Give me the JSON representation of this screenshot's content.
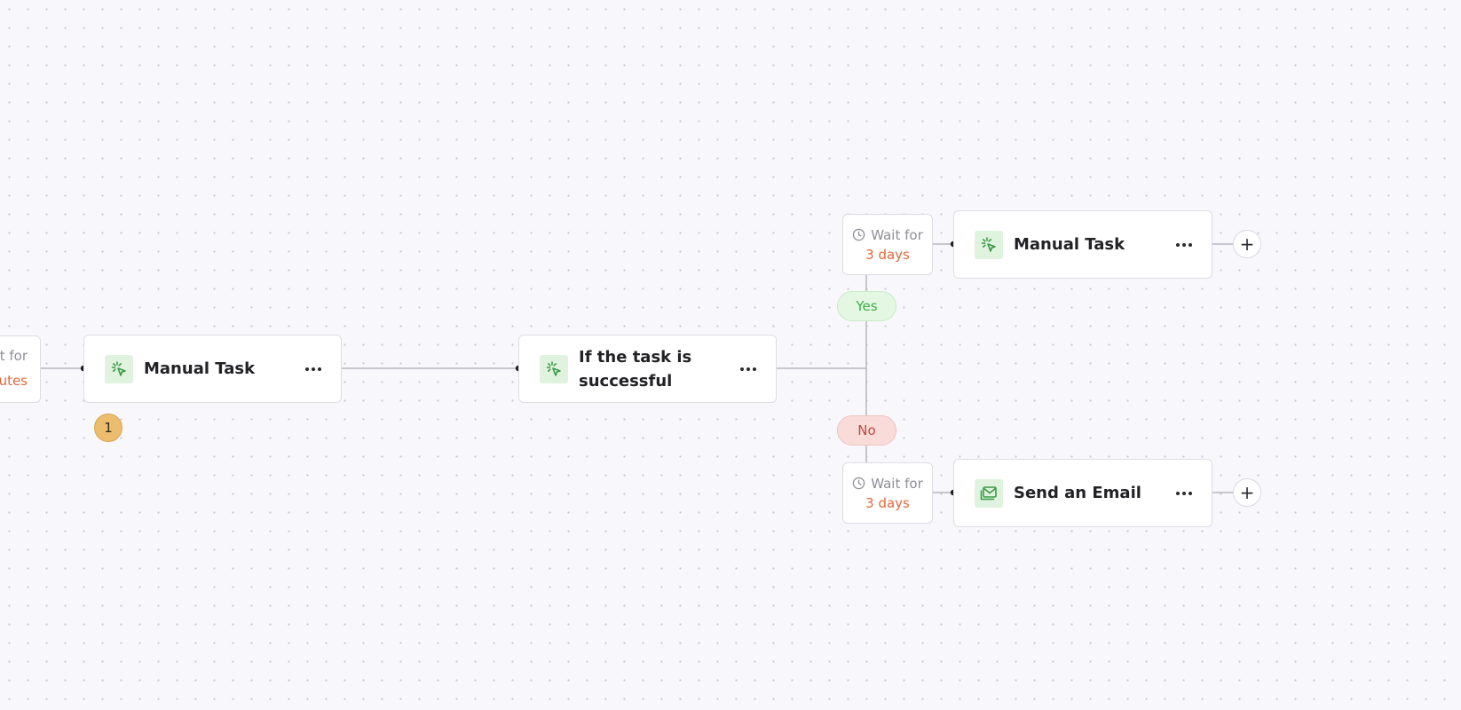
{
  "colors": {
    "canvas_bg": "#f8f7fc",
    "accent_orange": "#e2693b",
    "yes_green": "#3fae46",
    "no_red": "#c1473f",
    "badge_amber": "#ecbd6c"
  },
  "workflow": {
    "partial_wait": {
      "label": "ait for",
      "value": "utes"
    },
    "manual_task_1": {
      "title": "Manual Task",
      "icon": "cursor-click-icon",
      "badge": "1"
    },
    "condition": {
      "title_line1": "If the task is",
      "title_line2": "successful",
      "icon": "cursor-click-icon"
    },
    "branch_yes": {
      "label": "Yes",
      "wait": {
        "label": "Wait for",
        "value": "3 days",
        "icon": "clock-icon"
      },
      "task": {
        "title": "Manual Task",
        "icon": "cursor-click-icon"
      },
      "add_label": "+"
    },
    "branch_no": {
      "label": "No",
      "wait": {
        "label": "Wait for",
        "value": "3 days",
        "icon": "clock-icon"
      },
      "task": {
        "title": "Send an Email",
        "icon": "mail-icon"
      },
      "add_label": "+"
    }
  }
}
